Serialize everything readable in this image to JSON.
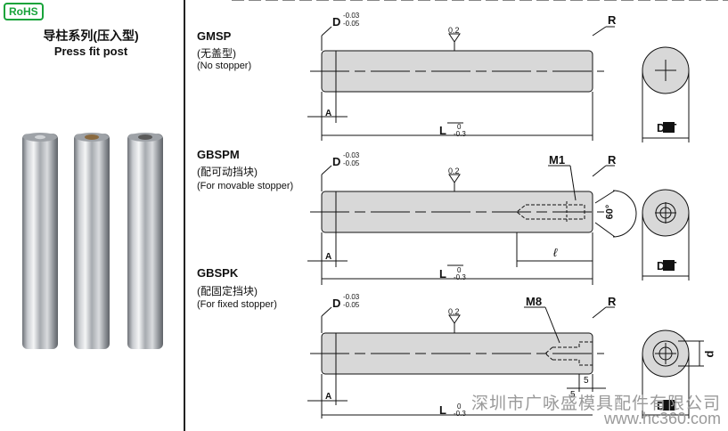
{
  "header": {
    "badge": "RoHS",
    "title_cn": "导柱系列(压入型)",
    "title_en": "Press fit post"
  },
  "sections": [
    {
      "code": "GMSP",
      "name_cn": "(无盖型)",
      "name_en": "(No stopper)"
    },
    {
      "code": "GBSPM",
      "name_cn": "(配可动挡块)",
      "name_en": "(For movable stopper)"
    },
    {
      "code": "GBSPK",
      "name_cn": "(配固定挡块)",
      "name_en": "(For fixed stopper)"
    }
  ],
  "dims": {
    "D": "D",
    "D_tol_upper": "-0.03",
    "D_tol_lower": "-0.05",
    "R": "R",
    "flatness": "0.2",
    "A": "A",
    "L": "L",
    "L_tol_upper": "0",
    "L_tol_lower": "-0.3",
    "DT": "DT",
    "M1": "M1",
    "angle": "60°",
    "ell": "ℓ",
    "M8": "M8",
    "dim5a": "5",
    "dim5b": "5",
    "d": "d"
  },
  "watermark": {
    "company": "深圳市广咏盛模具配件有限公司",
    "url": "www.hc360.com"
  }
}
